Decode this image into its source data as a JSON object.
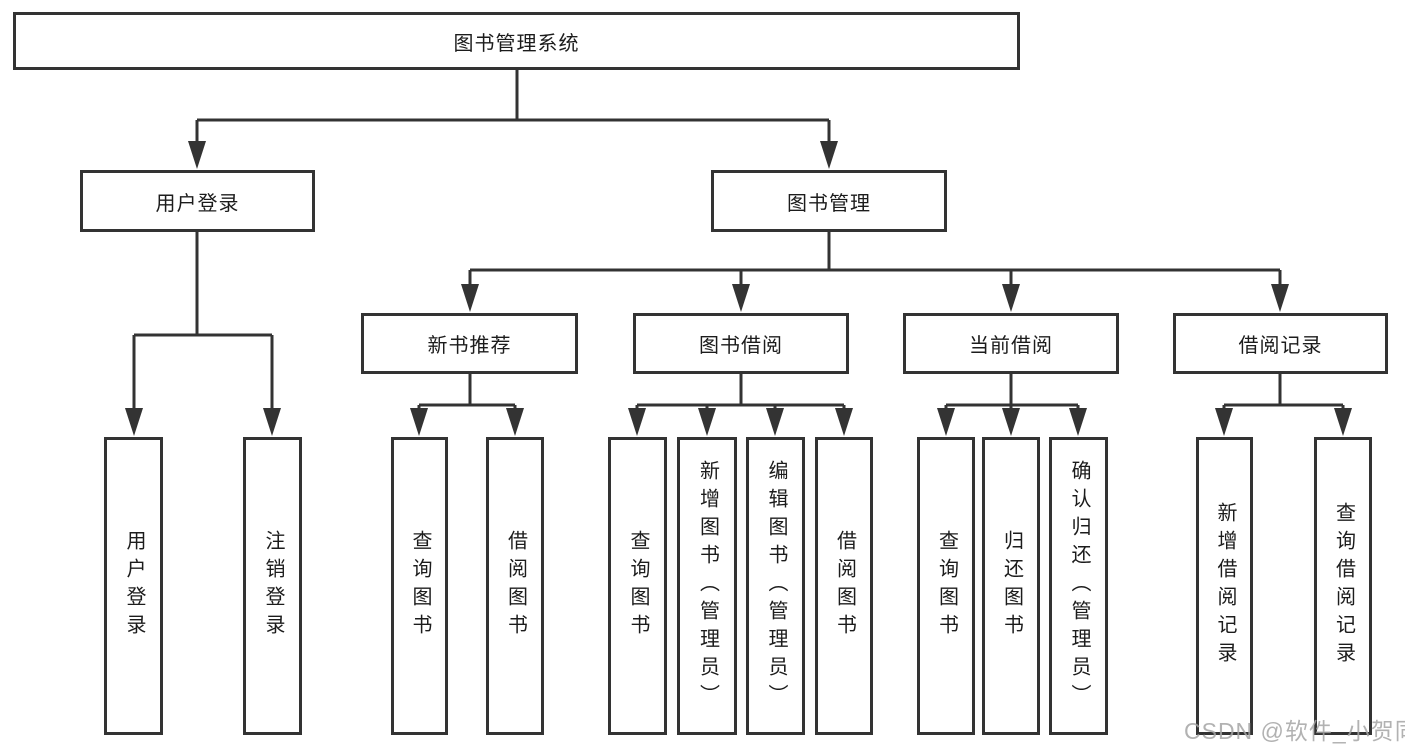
{
  "tree": {
    "label": "图书管理系统",
    "children": [
      {
        "label": "用户登录",
        "children": [
          {
            "label": "用户登录"
          },
          {
            "label": "注销登录"
          }
        ]
      },
      {
        "label": "图书管理",
        "children": [
          {
            "label": "新书推荐",
            "children": [
              {
                "label": "查询图书"
              },
              {
                "label": "借阅图书"
              }
            ]
          },
          {
            "label": "图书借阅",
            "children": [
              {
                "label": "查询图书"
              },
              {
                "label": "新增图书（管理员）"
              },
              {
                "label": "编辑图书（管理员）"
              },
              {
                "label": "借阅图书"
              }
            ]
          },
          {
            "label": "当前借阅",
            "children": [
              {
                "label": "查询图书"
              },
              {
                "label": "归还图书"
              },
              {
                "label": "确认归还（管理员）"
              }
            ]
          },
          {
            "label": "借阅记录",
            "children": [
              {
                "label": "新增借阅记录"
              },
              {
                "label": "查询借阅记录"
              }
            ]
          }
        ]
      }
    ]
  },
  "watermark": {
    "text": "CSDN @软件_小贺同学"
  },
  "colors": {
    "line": "#333333",
    "box_border": "#333333",
    "text": "#1c1c1c",
    "background": "#ffffff",
    "watermark": "#a5a5a5"
  }
}
